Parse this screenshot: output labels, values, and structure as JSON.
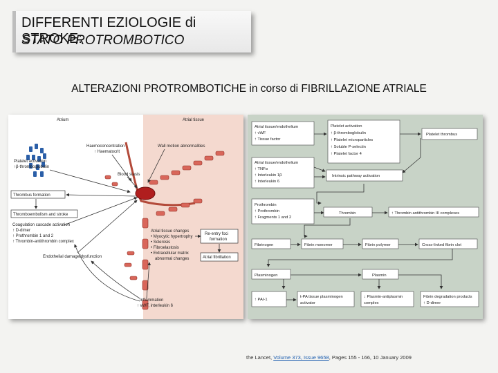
{
  "title": {
    "line1": "DIFFERENTI EZIOLOGIE di STROKE:",
    "line2": "STATO PROTROMBOTICO"
  },
  "subtitle": "ALTERAZIONI PROTROMBOTICHE in corso di FIBRILLAZIONE ATRIALE",
  "left_figure": {
    "atrium": "Atrium",
    "atrial_tissue": "Atrial tissue",
    "haemo_l1": "Haemoconcentration",
    "haemo_l2": "↑ Haematocrit",
    "wall_motion": "Wall motion abnormalities",
    "platelet_l1": "Platelet activation",
    "platelet_l2": "↑β-thromboglobulin",
    "blood_stasis": "Blood stasis",
    "thrombus_formation": "Thrombus formation",
    "thromboembolism": "Thromboembolism and stroke",
    "coag_l1": "Coagulation cascade activation",
    "coag_l2": "↑ D-dimer",
    "coag_l3": "↑ Prothrombin 1 and 2",
    "coag_l4": "↑ Thrombin-antithrombin complex",
    "endothelial": "Endothelial damage/dysfunction",
    "atc_l1": "Atrial tissue changes",
    "atc_l2": "• Myocytic hypertrophy",
    "atc_l3": "• Sclerosis",
    "atc_l4": "• Fibroelastosis",
    "atc_l5": "• Extracellular matrix",
    "atc_l6": "abnormal changes",
    "reentry_l1": "Re-entry foci",
    "reentry_l2": "formation",
    "atrial_fib": "Atrial fibrillation",
    "infl_l1": "Inflammation",
    "infl_l2": "↑ vWF, interleukin 6"
  },
  "right_figure": {
    "b1_l1": "Atrial tissue/endothelium",
    "b1_l2": "↑ vWF",
    "b1_l3": "↑ Tissue factor",
    "b2_l1": "Atrial tissue/endothelium",
    "b2_l2": "↑ TNFα",
    "b2_l3": "↑ Interleukin 1β",
    "b2_l4": "↑ Interleukin 6",
    "b3_l1": "Platelet activation",
    "b3_l2": "↑ β-thromboglobulin",
    "b3_l3": "↑ Platelet microparticles",
    "b3_l4": "↑ Soluble P-selectin",
    "b3_l5": "↑ Platelet factor 4",
    "platelet_thrombus": "Platelet thrombus",
    "intrinsic": "Intrinsic pathway activation",
    "pro_l1": "Prothrombin",
    "pro_l2": "↑ Prothrombin",
    "pro_l3": "↑ Fragments 1 and 2",
    "thrombin": "Thrombin",
    "tat": "↑ Thrombin antithrombin III complexes",
    "fibrinogen": "Fibrinogen",
    "fibrin_monomer": "Fibrin monomer",
    "fibrin_polymer": "Fibrin polymer",
    "crosslinked": "Cross-linked fibrin clot",
    "plasminogen": "Plasminogen",
    "plasmin": "Plasmin",
    "pai": "↑ PAI-1",
    "tpa_l1": "t-PA tissue plasminogen",
    "tpa_l2": "activator",
    "pap_l1": "↓ Plasmin-antiplasmin",
    "pap_l2": "complex",
    "fdp_l1": "Fibrin degradation products",
    "fdp_l2": "↑ D-dimer"
  },
  "citation": {
    "prefix": "the Lancet, ",
    "link": "Volume 373, Issue 9658",
    "suffix": ", Pages 155 - 166, 10 January 2009"
  }
}
